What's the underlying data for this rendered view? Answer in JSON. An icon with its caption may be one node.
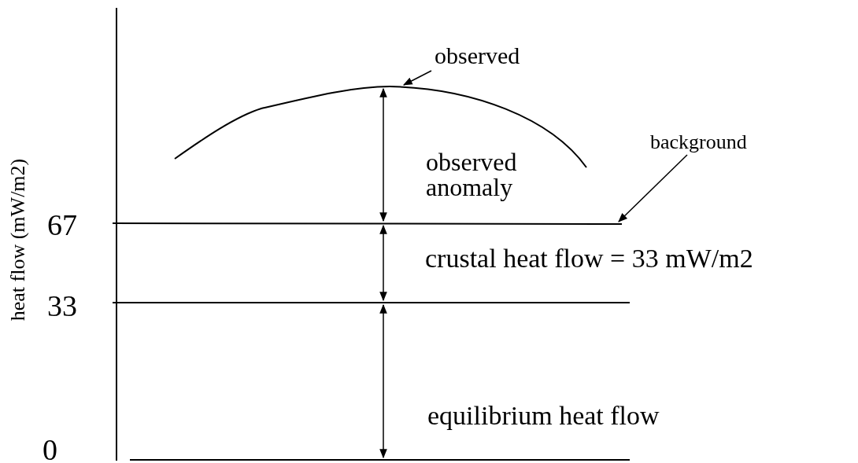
{
  "diagram": {
    "nodes": [
      {
        "text": [
          "observed"
        ]
      },
      {
        "text": [],
        "shape": "line"
      },
      {
        "text": [
          "background"
        ]
      },
      {
        "text": [],
        "shape": "line"
      },
      {
        "text": [],
        "shape": "line"
      },
      {
        "text": [],
        "shape": "line"
      }
    ],
    "edges": [
      {
        "from": 0,
        "to": 1,
        "arrow": "to"
      },
      {
        "from": 2,
        "to": 3,
        "arrow": "to"
      },
      {
        "from": 1,
        "to": 3,
        "arrow": "both"
      },
      {
        "from": 3,
        "to": 4,
        "arrow": "both"
      },
      {
        "from": 4,
        "to": 5,
        "arrow": "both"
      }
    ],
    "labels": [
      "heat flow (mW/m2)",
      "67",
      "33",
      "0",
      "observed anomaly",
      "crustal heat flow = 33 mW/m2",
      "equilibrium heat flow"
    ]
  }
}
